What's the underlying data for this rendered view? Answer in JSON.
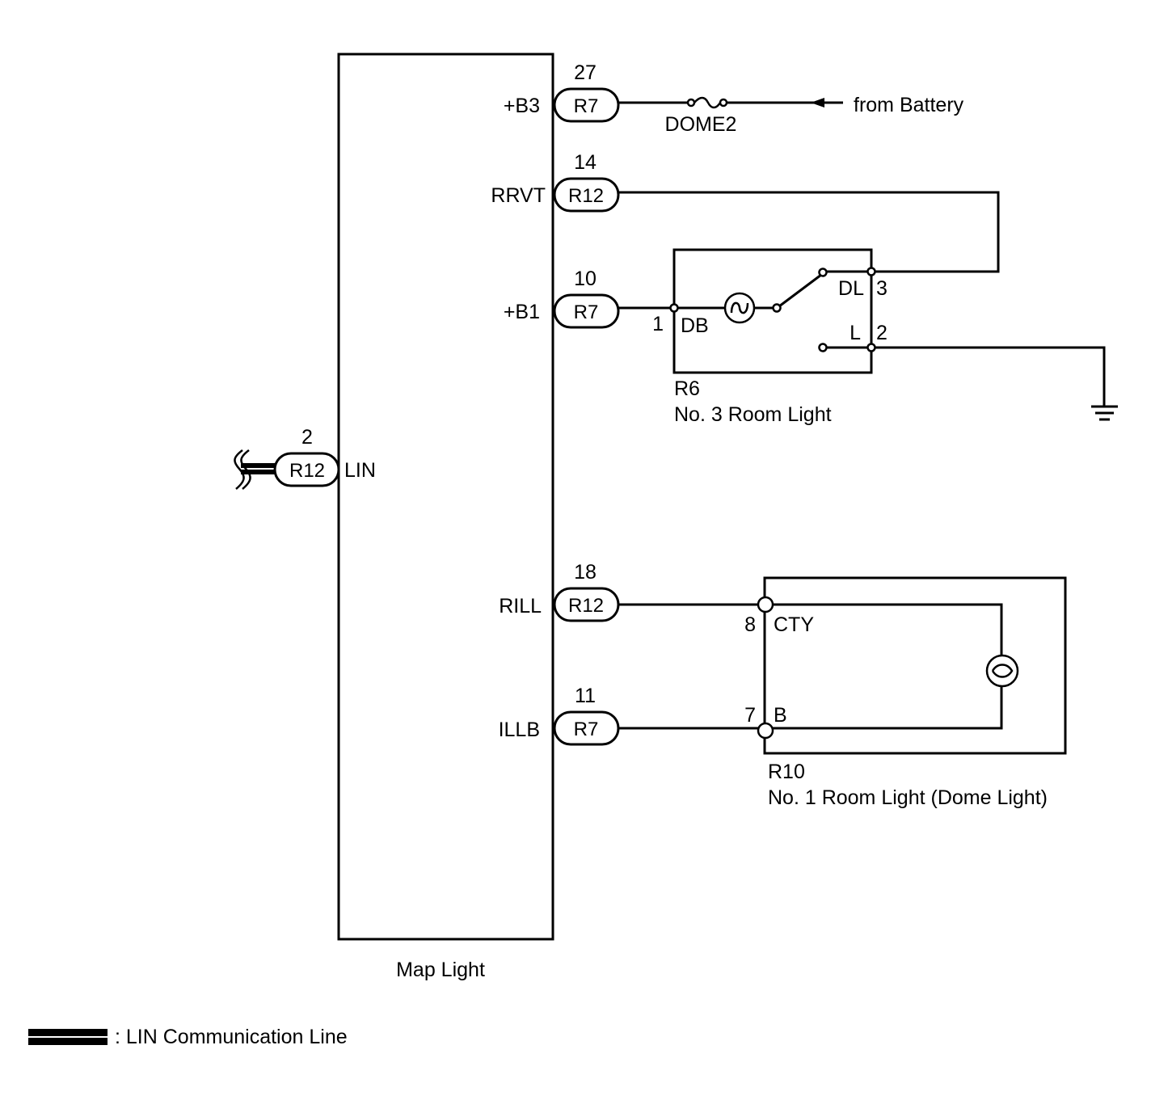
{
  "map_light": {
    "name": "Map Light",
    "lin": {
      "pin": "2",
      "connector": "R12",
      "terminal": "LIN"
    },
    "terminals": [
      {
        "pin": "27",
        "connector": "R7",
        "terminal": "+B3"
      },
      {
        "pin": "14",
        "connector": "R12",
        "terminal": "RRVT"
      },
      {
        "pin": "10",
        "connector": "R7",
        "terminal": "+B1"
      },
      {
        "pin": "18",
        "connector": "R12",
        "terminal": "RILL"
      },
      {
        "pin": "11",
        "connector": "R7",
        "terminal": "ILLB"
      }
    ]
  },
  "fuse": {
    "name": "DOME2"
  },
  "battery_label": "from Battery",
  "room_light_3": {
    "connector": "R6",
    "name": "No. 3 Room Light",
    "pins": {
      "db_num": "1",
      "db": "DB",
      "dl_num": "3",
      "dl": "DL",
      "l_num": "2",
      "l": "L"
    }
  },
  "room_light_1": {
    "connector": "R10",
    "name": "No. 1 Room Light (Dome Light)",
    "pins": {
      "cty_num": "8",
      "cty": "CTY",
      "b_num": "7",
      "b": "B"
    }
  },
  "legend": {
    "label": ": LIN Communication Line"
  }
}
